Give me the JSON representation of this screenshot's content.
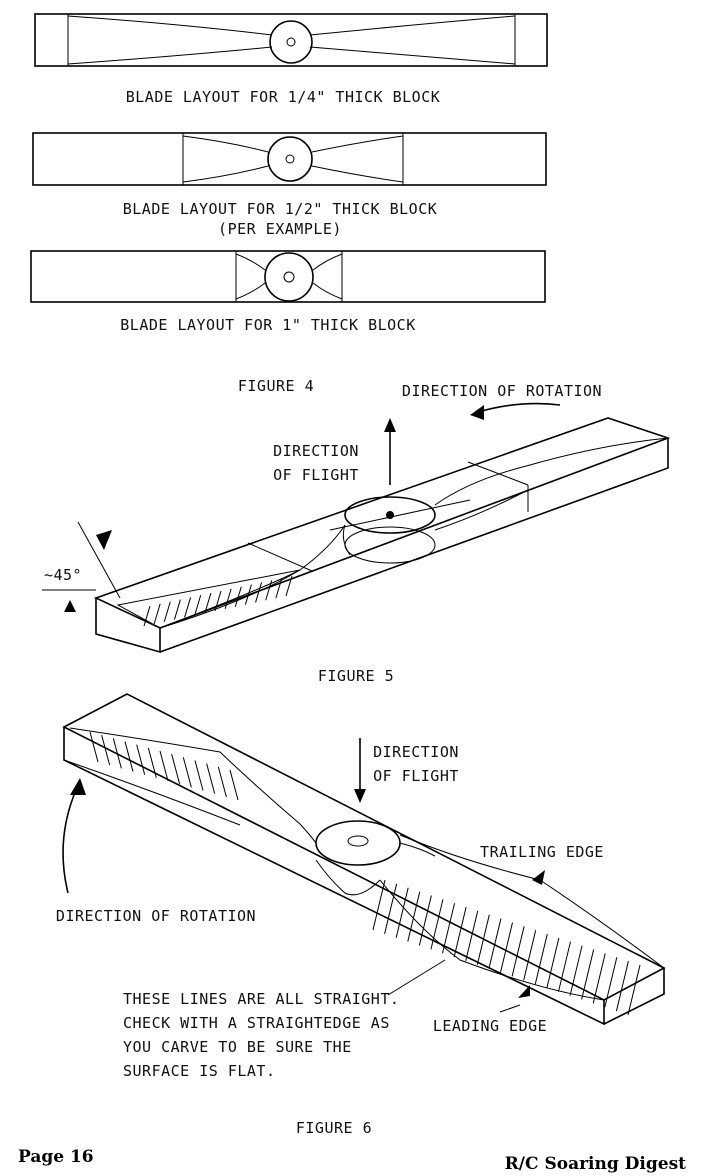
{
  "figure3": {
    "captions": [
      "BLADE LAYOUT FOR 1/4\" THICK BLOCK",
      "BLADE LAYOUT FOR 1/2\" THICK BLOCK",
      "(PER EXAMPLE)",
      "BLADE LAYOUT FOR 1\" THICK BLOCK"
    ],
    "title": "FIGURE 4"
  },
  "figure5": {
    "title": "FIGURE 5",
    "direction_of_rotation": "DIRECTION OF ROTATION",
    "direction_of_flight_1": "DIRECTION",
    "direction_of_flight_2": "OF FLIGHT",
    "angle": "~45°"
  },
  "figure6": {
    "title": "FIGURE 6",
    "direction_of_flight_1": "DIRECTION",
    "direction_of_flight_2": "OF FLIGHT",
    "trailing_edge": "TRAILING EDGE",
    "leading_edge": "LEADING EDGE",
    "direction_of_rotation": "DIRECTION OF ROTATION",
    "note": [
      "THESE LINES ARE ALL STRAIGHT.",
      "CHECK WITH A STRAIGHTEDGE AS",
      "YOU CARVE TO BE SURE THE",
      "SURFACE IS FLAT."
    ]
  },
  "footer": {
    "page": "Page 16",
    "magazine": "R/C Soaring Digest"
  }
}
